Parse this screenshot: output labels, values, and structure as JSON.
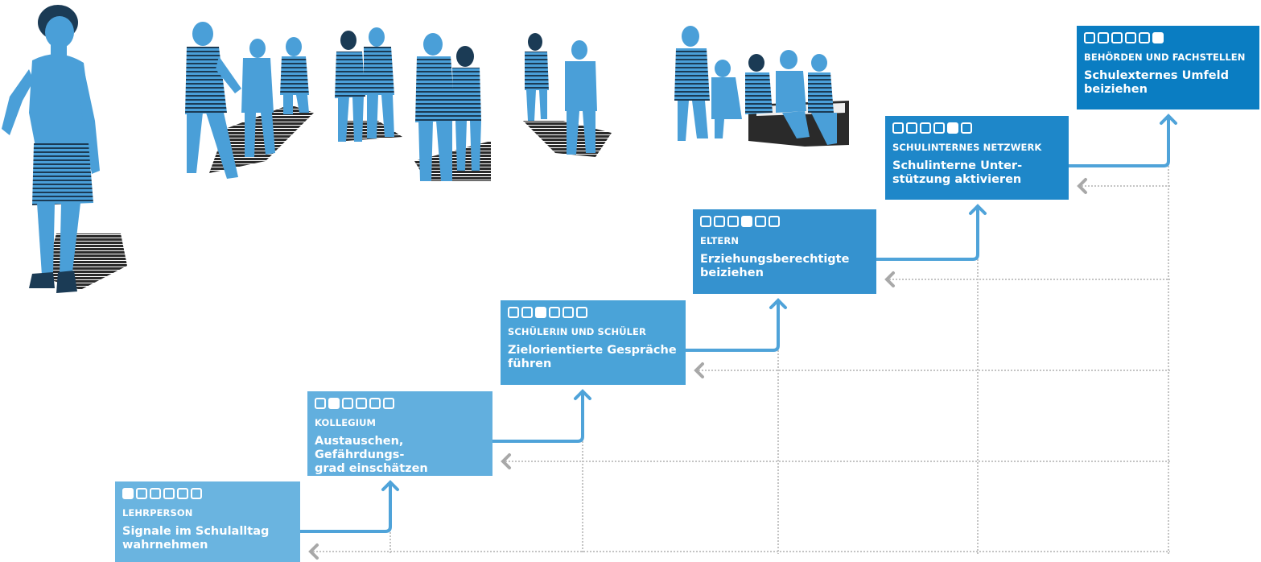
{
  "colors": {
    "figure_fill": "#4a9fd8",
    "figure_stripe": "#1b3b55",
    "shadow": "#2a2a2a",
    "arrow_blue": "#4fa3d9",
    "arrow_grey": "#a8a8a8",
    "dotted": "#c4c4c4"
  },
  "steps": [
    {
      "index": 1,
      "role": "LEHRPERSON",
      "action": "Signale im Schulalltag\nwahrnehmen",
      "color": "#6ab4e0"
    },
    {
      "index": 2,
      "role": "KOLLEGIUM",
      "action": "Austauschen, Gefährdungs-\ngrad einschätzen",
      "color": "#62afde"
    },
    {
      "index": 3,
      "role": "SCHÜLERIN UND SCHÜLER",
      "action": "Zielorientierte Gespräche\nführen",
      "color": "#4aa3d8"
    },
    {
      "index": 4,
      "role": "ELTERN",
      "action": "Erziehungsberechtigte\nbeiziehen",
      "color": "#3592cf"
    },
    {
      "index": 5,
      "role": "SCHULINTERNES NETZWERK",
      "action": "Schulinterne Unter-\nstützung aktivieren",
      "color": "#1e87c9"
    },
    {
      "index": 6,
      "role": "BEHÖRDEN UND FACHSTELLEN",
      "action": "Schulexternes Umfeld\nbeiziehen",
      "color": "#0a7dc2"
    }
  ]
}
